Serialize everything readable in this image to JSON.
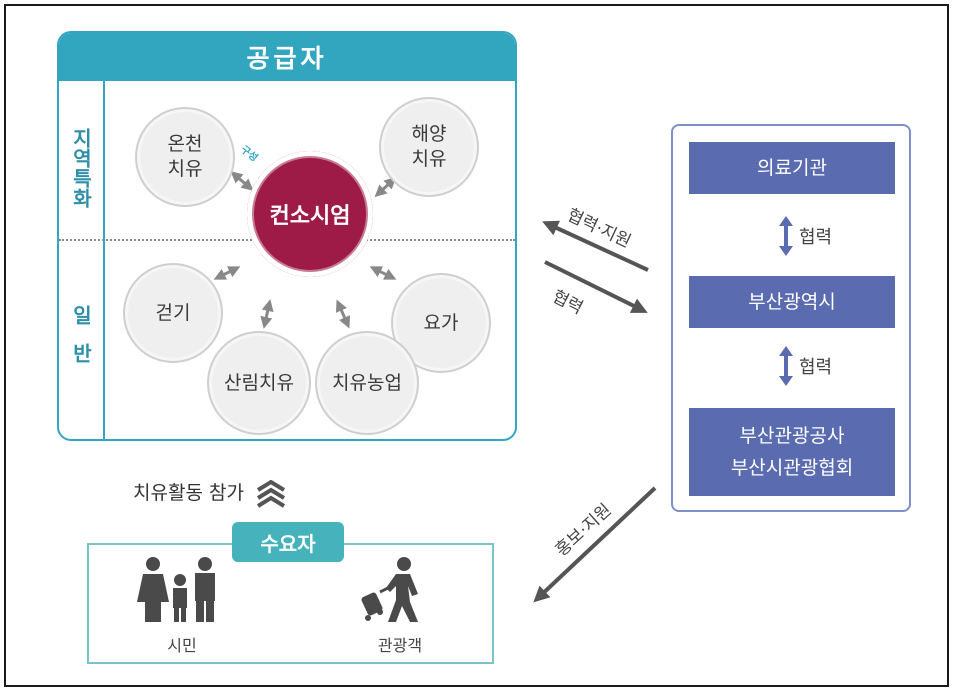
{
  "supplier": {
    "title": "공급자",
    "region_label": "지역특화",
    "general_label": "일반",
    "center": "컨소시엄",
    "formation_label": "구성",
    "items": {
      "hot_spring": "온천\n치유",
      "marine": "해양\n치유",
      "walking": "걷기",
      "yoga": "요가",
      "forest": "산림치유",
      "agri": "치유농업"
    }
  },
  "flows": {
    "support_label": "협력·지원",
    "coop_label": "협력",
    "promo_label": "홍보·지원"
  },
  "partners": {
    "medical": "의료기관",
    "city": "부산광역시",
    "tourism": "부산관광공사\n부산시관광협회",
    "coop1": "협력",
    "coop2": "협력"
  },
  "consumer": {
    "participate": "치유활동 참가",
    "title": "수요자",
    "citizens": "시민",
    "tourists": "관광객"
  },
  "colors": {
    "teal": "#33a6bf",
    "maroon": "#9e1a47",
    "navy": "#5b6bb0"
  }
}
